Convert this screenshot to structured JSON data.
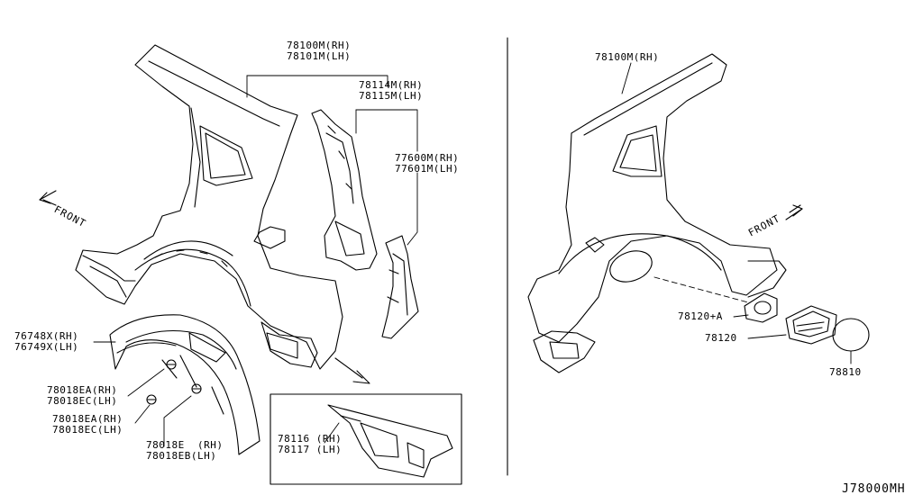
{
  "diagram_code": "J78000MH",
  "front_label": "FRONT",
  "callouts": {
    "p78100_rh": "78100M(RH)",
    "p78101_lh": "78101M(LH)",
    "p78114_rh": "78114M(RH)",
    "p78115_lh": "78115M(LH)",
    "p77600_rh": "77600M(RH)",
    "p77601_lh": "77601M(LH)",
    "p76748_rh": "76748X(RH)",
    "p76749_lh": "76749X(LH)",
    "p78018ea_rh_a": "78018EA(RH)",
    "p78018ec_lh_a": "78018EC(LH)",
    "p78018ea_rh_b": "78018EA(RH)",
    "p78018ec_lh_b": "78018EC(LH)",
    "p78018e_rh": "78018E  (RH)",
    "p78018eb_lh": "78018EB(LH)",
    "p78116_rh": "78116 (RH)",
    "p78117_lh": "78117 (LH)",
    "p78100_rh_right": "78100M(RH)",
    "p78120a": "78120+A",
    "p78120": "78120",
    "p78810": "78810"
  }
}
